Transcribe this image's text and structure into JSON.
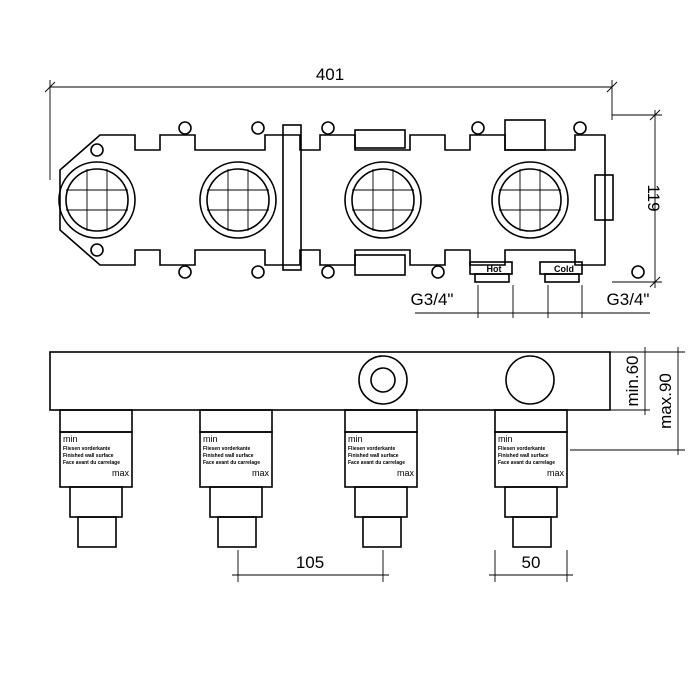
{
  "dimensions": {
    "overall_width": "401",
    "height": "119",
    "thread_left": "G3/4\"",
    "thread_right": "G3/4\"",
    "spacing": "105",
    "leg_width": "50",
    "min_depth": "min.60",
    "max_depth": "max.90"
  },
  "ports": {
    "hot": "Hot",
    "cold": "Cold"
  },
  "depth_labels": {
    "min": "min",
    "max": "max",
    "line1": "Fliesen vorderkante",
    "line2": "Finished wall surface",
    "line3": "Face avant du carrelage"
  }
}
